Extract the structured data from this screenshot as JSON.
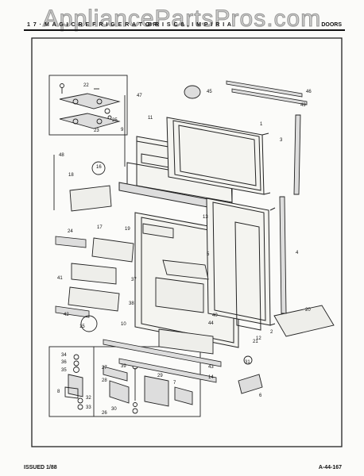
{
  "watermark": "AppliancePartsPros.com",
  "header": {
    "left": "1 7 · M A G I C  R E F R I G E R A T O R",
    "middle": "B R I S C 8 , I M P I R I A",
    "right": "DOORS"
  },
  "footer": {
    "issued": "ISSUED 1/88",
    "doc_number": "A-44-167"
  },
  "callouts": [
    "1",
    "2",
    "3",
    "4",
    "5",
    "6",
    "7",
    "8",
    "9",
    "10",
    "11",
    "12",
    "13",
    "14",
    "15",
    "16",
    "17",
    "18",
    "19",
    "20",
    "21",
    "22",
    "23",
    "24",
    "25",
    "26",
    "27",
    "28",
    "29",
    "30",
    "31",
    "32",
    "33",
    "34",
    "35",
    "36",
    "37",
    "38",
    "39",
    "40",
    "41",
    "42",
    "43",
    "44",
    "45",
    "46",
    "47",
    "48",
    "49"
  ]
}
